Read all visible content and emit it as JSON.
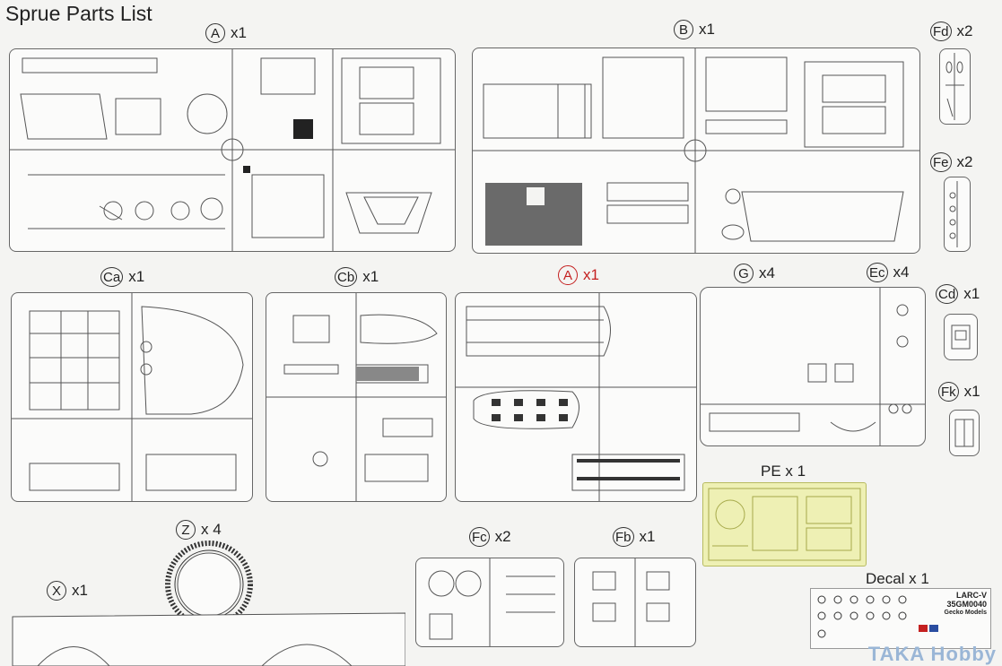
{
  "page": {
    "title": "Sprue Parts List"
  },
  "labels": [
    {
      "id": "A",
      "qty": "x1",
      "red": false
    },
    {
      "id": "B",
      "qty": "x1",
      "red": false
    },
    {
      "id": "Fd",
      "qty": "x2",
      "red": false
    },
    {
      "id": "Fe",
      "qty": "x2",
      "red": false
    },
    {
      "id": "Ca",
      "qty": "x1",
      "red": false
    },
    {
      "id": "Cb",
      "qty": "x1",
      "red": false
    },
    {
      "id": "A",
      "qty": "x1",
      "red": true
    },
    {
      "id": "G",
      "qty": "x4",
      "red": false
    },
    {
      "id": "Ec",
      "qty": "x4",
      "red": false
    },
    {
      "id": "Cd",
      "qty": "x1",
      "red": false
    },
    {
      "id": "Fk",
      "qty": "x1",
      "red": false
    },
    {
      "id": "Z",
      "qty": "x 4",
      "red": false
    },
    {
      "id": "Fc",
      "qty": "x2",
      "red": false
    },
    {
      "id": "Fb",
      "qty": "x1",
      "red": false
    },
    {
      "id": "X",
      "qty": "x1",
      "red": false
    }
  ],
  "pe_label": "PE x 1",
  "decal_label": "Decal x 1",
  "decal_sheet": {
    "line1": "LARC-V",
    "line2": "35GM0040",
    "line3": "Gecko Models"
  },
  "watermark": "TAKA Hobby",
  "colors": {
    "accent_red": "#c42020",
    "pe_fill": "#eef0b4",
    "watermark": "#9ab6d6"
  }
}
